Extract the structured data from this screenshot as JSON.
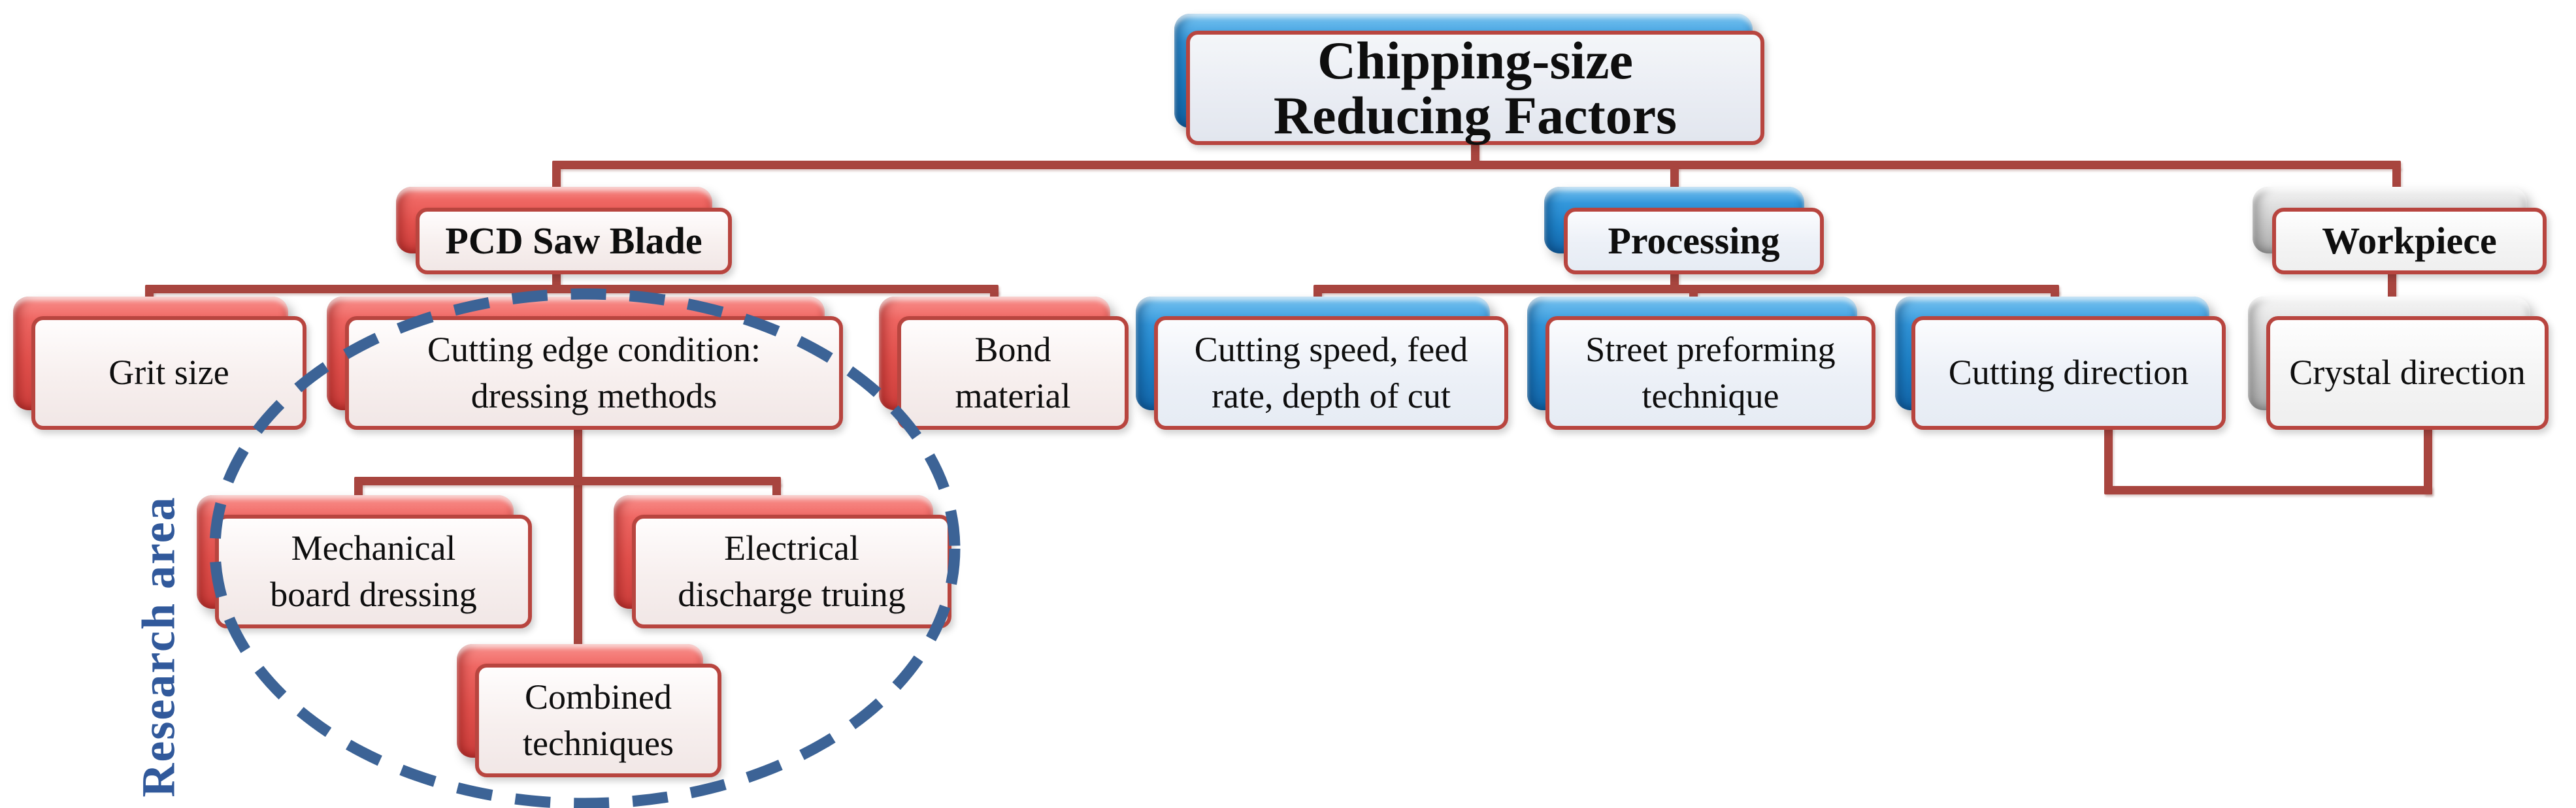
{
  "figure": {
    "type": "hierarchy-diagram",
    "description": "Tree diagram of chipping-size reducing factors with a dashed ellipse marking the research area"
  },
  "nodes": {
    "title": "Chipping-size\nReducing Factors",
    "pcd": "PCD Saw Blade",
    "processing": "Processing",
    "workpiece": "Workpiece",
    "grit": "Grit size",
    "cutting_edge": "Cutting edge condition:\ndressing methods",
    "bond": "Bond\nmaterial",
    "cutting_speed": "Cutting speed, feed\nrate, depth of cut",
    "street": "Street preforming\ntechnique",
    "cutting_direction": "Cutting direction",
    "crystal_direction": "Crystal direction",
    "mechanical": "Mechanical\nboard dressing",
    "electrical": "Electrical\ndischarge truing",
    "combined": "Combined\ntechniques"
  },
  "annotation": {
    "research_area": "Research area"
  },
  "edges": [
    [
      "title",
      "pcd"
    ],
    [
      "title",
      "processing"
    ],
    [
      "title",
      "workpiece"
    ],
    [
      "pcd",
      "grit"
    ],
    [
      "pcd",
      "cutting_edge"
    ],
    [
      "pcd",
      "bond"
    ],
    [
      "processing",
      "cutting_speed"
    ],
    [
      "processing",
      "street"
    ],
    [
      "processing",
      "cutting_direction"
    ],
    [
      "workpiece",
      "crystal_direction"
    ],
    [
      "cutting_edge",
      "mechanical"
    ],
    [
      "cutting_edge",
      "electrical"
    ],
    [
      "cutting_edge",
      "combined"
    ],
    [
      "cutting_direction",
      "crystal_direction"
    ]
  ],
  "colors": {
    "red_plate": "#e4524e",
    "blue_plate": "#1e82c8",
    "gray_plate": "#c6c6c6",
    "face_border": "#b8453f",
    "connector": "#a8453f",
    "ellipse_dash": "#3c6396",
    "research_text": "#31599b",
    "text": "#0e0e0e",
    "background": "#ffffff"
  }
}
